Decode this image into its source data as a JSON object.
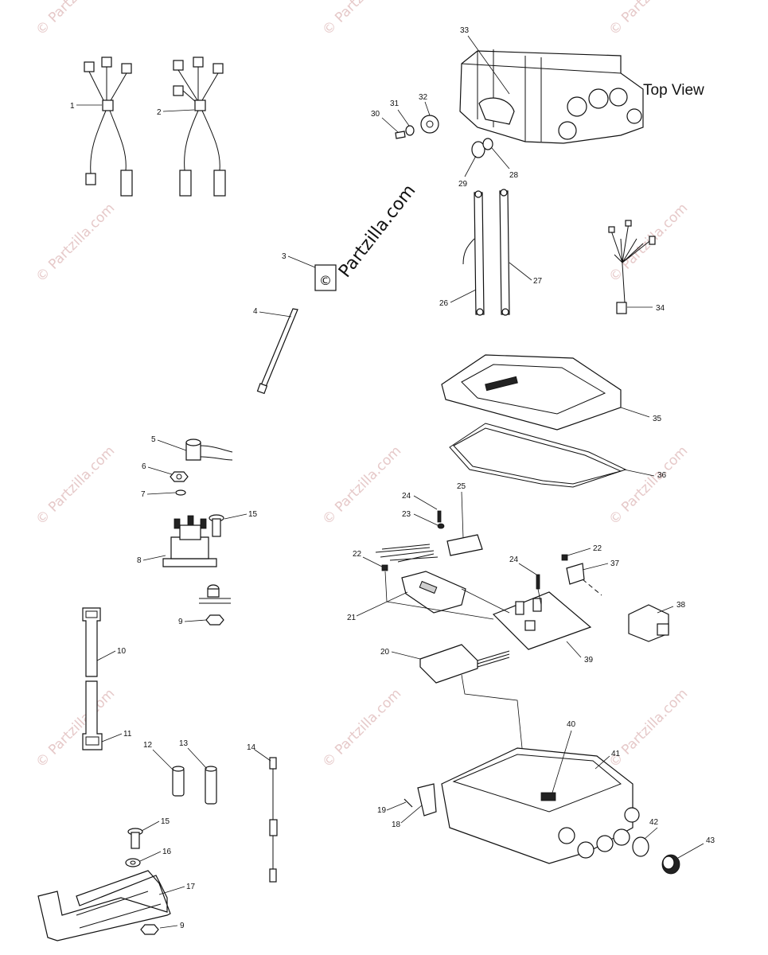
{
  "diagram": {
    "title": "Top View",
    "watermark_text": "© Partzilla.com",
    "center_watermark": "Partzilla.com",
    "callouts": [
      "1",
      "2",
      "3",
      "4",
      "5",
      "6",
      "7",
      "8",
      "9",
      "9",
      "10",
      "11",
      "12",
      "13",
      "14",
      "15",
      "15",
      "16",
      "17",
      "18",
      "19",
      "20",
      "21",
      "22",
      "22",
      "23",
      "24",
      "24",
      "25",
      "26",
      "27",
      "28",
      "29",
      "30",
      "31",
      "32",
      "33",
      "34",
      "35",
      "36",
      "37",
      "38",
      "39",
      "40",
      "41",
      "42",
      "43"
    ]
  }
}
